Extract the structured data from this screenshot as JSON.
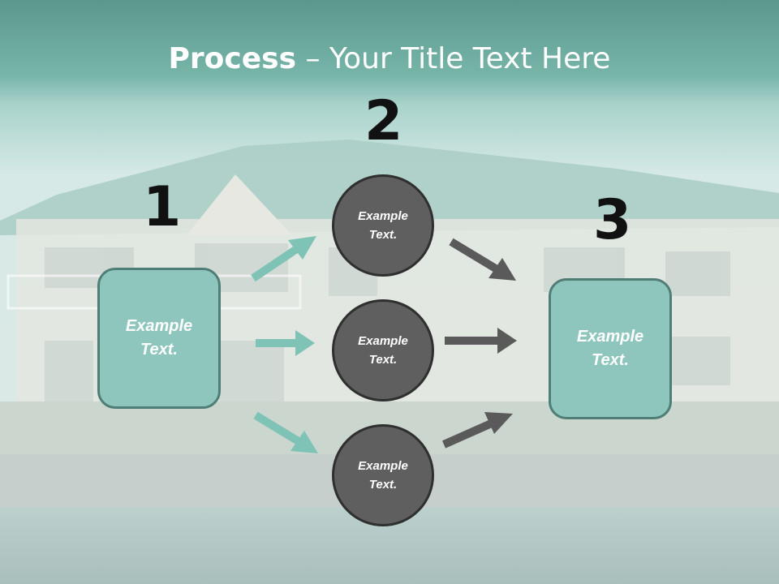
{
  "slide": {
    "title_bold": "Process",
    "title_rest": " – Your Title Text Here",
    "steps": {
      "one": "1",
      "two": "2",
      "three": "3"
    },
    "left_box": "Example Text.",
    "right_box": "Example Text.",
    "circles": [
      "Example Text.",
      "Example Text.",
      "Example Text."
    ]
  },
  "colors": {
    "header_teal": "#5e9a8f",
    "box_fill": "#8ec6bd",
    "box_border": "#4f7e77",
    "circle_fill": "#5f5f5f",
    "arrow_teal": "#7fc2b6",
    "arrow_gray": "#5a5a5a"
  }
}
